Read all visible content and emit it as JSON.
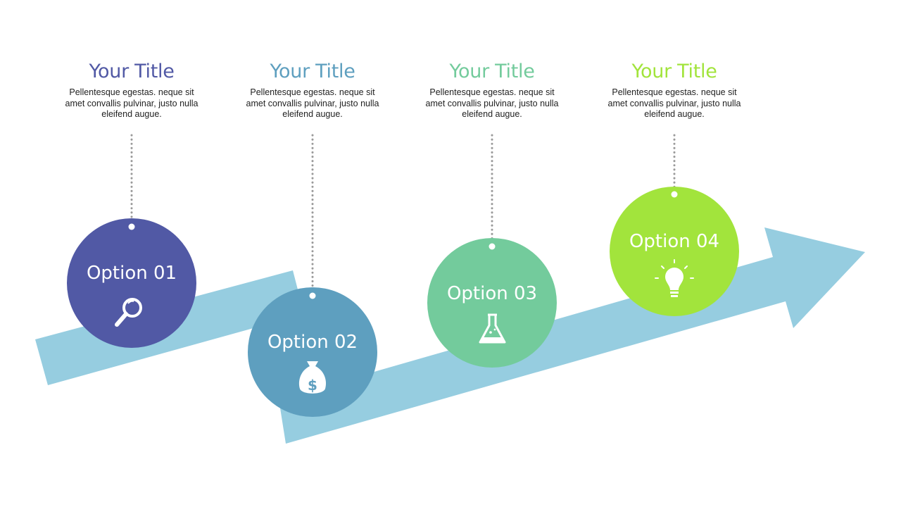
{
  "colors": {
    "arrow": "#96cde0",
    "connector": "#9a9a9a",
    "step1": "#5159a5",
    "step2": "#5e9fbf",
    "step3": "#73cb9c",
    "step4": "#a2e43c"
  },
  "steps": [
    {
      "title": "Your Title",
      "description": "Pellentesque egestas. neque sit amet convallis pulvinar, justo nulla eleifend augue.",
      "option_label": "Option 01",
      "icon": "magnifier-icon"
    },
    {
      "title": "Your Title",
      "description": "Pellentesque egestas. neque sit amet convallis pulvinar, justo nulla eleifend augue.",
      "option_label": "Option 02",
      "icon": "money-bag-icon"
    },
    {
      "title": "Your Title",
      "description": "Pellentesque egestas. neque sit amet convallis pulvinar, justo nulla eleifend augue.",
      "option_label": "Option 03",
      "icon": "flask-icon"
    },
    {
      "title": "Your Title",
      "description": "Pellentesque egestas. neque sit amet convallis pulvinar, justo nulla eleifend augue.",
      "option_label": "Option 04",
      "icon": "lightbulb-icon"
    }
  ]
}
